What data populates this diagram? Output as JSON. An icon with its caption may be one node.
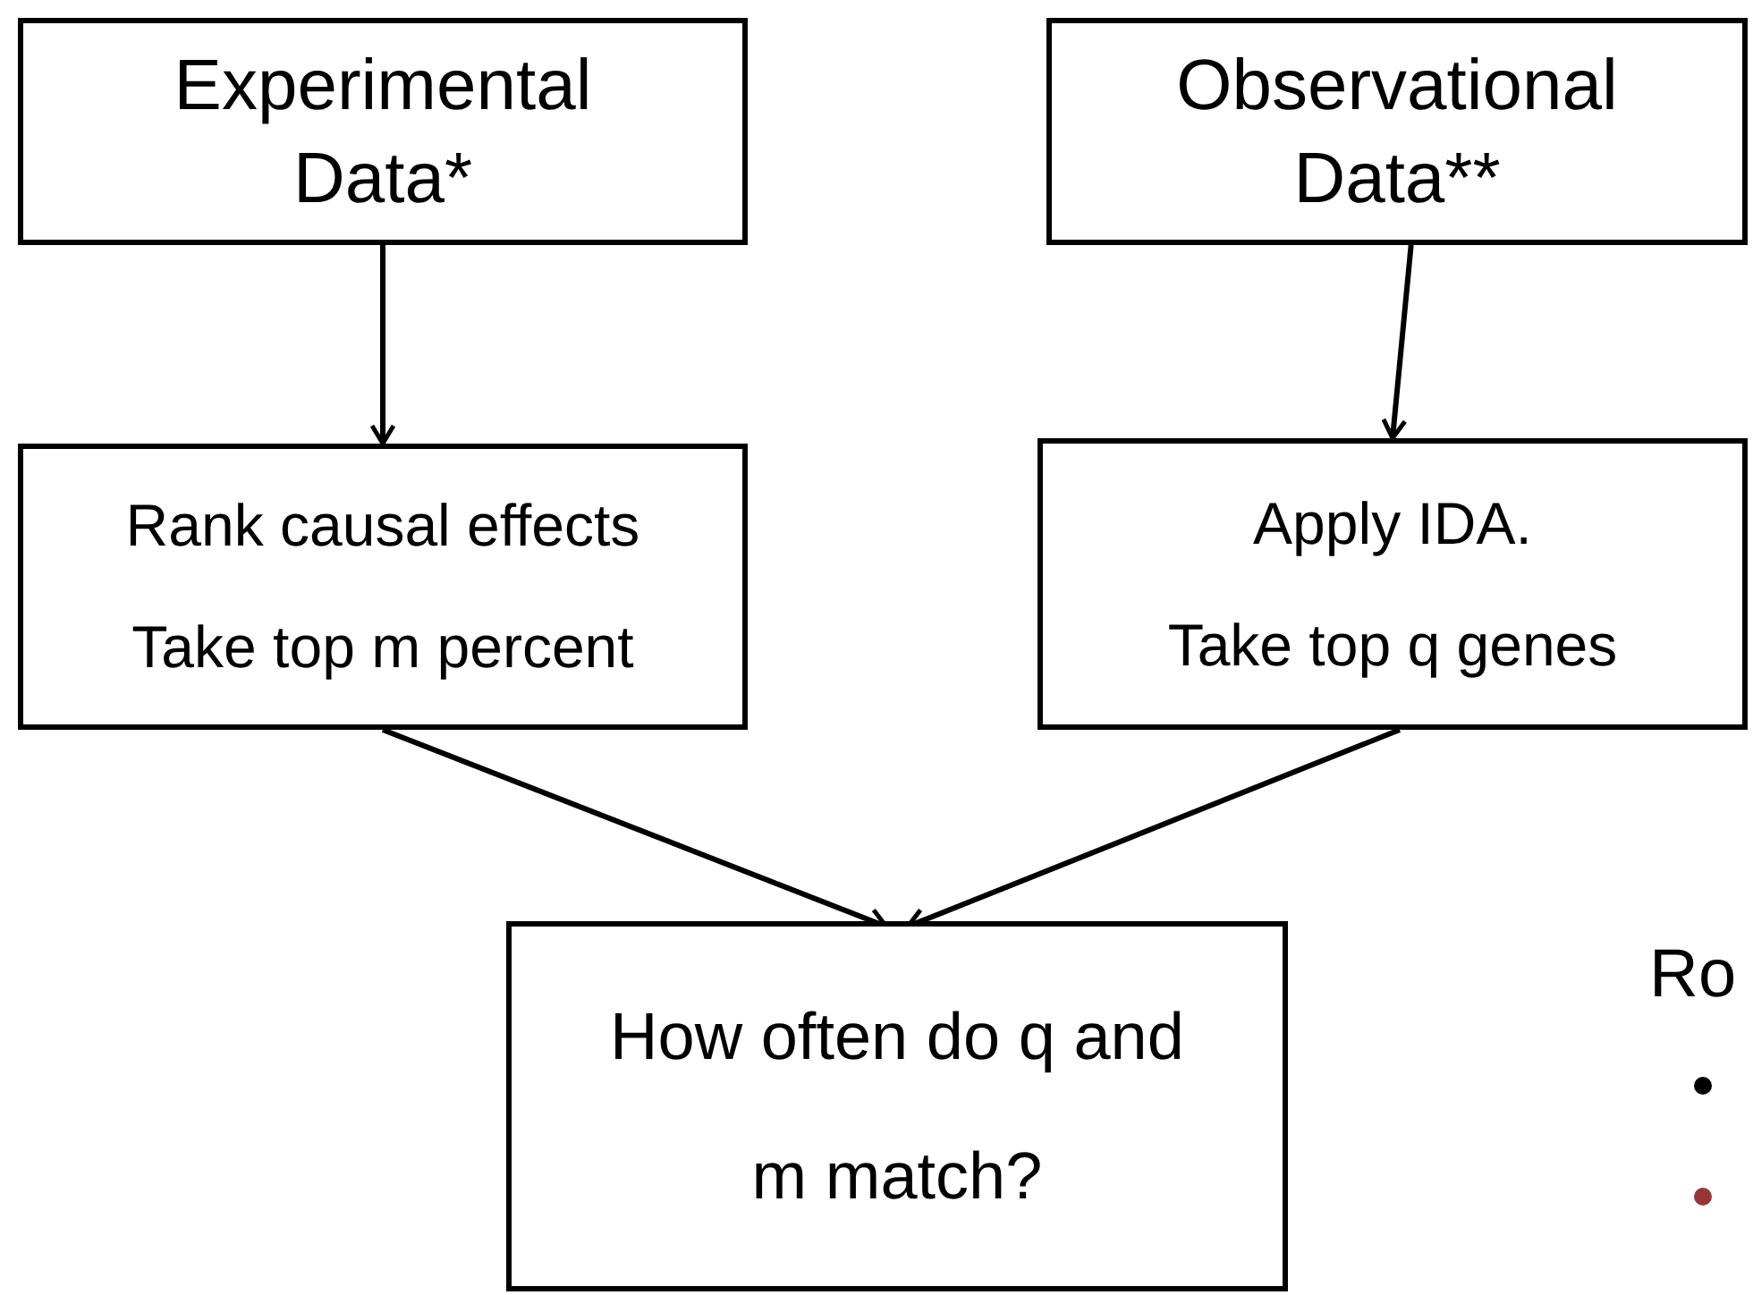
{
  "diagram": {
    "nodes": [
      {
        "text": [
          "Experimental Data*"
        ]
      },
      {
        "text": [
          "Observational Data**"
        ]
      },
      {
        "text": [
          "Rank causal effects",
          "Take top m percent"
        ]
      },
      {
        "text": [
          "Apply IDA.",
          "Take top q genes"
        ]
      },
      {
        "text": [
          "How often do q and m match?"
        ]
      }
    ],
    "edges": [
      {
        "from": 0,
        "to": 2,
        "arrow": "to"
      },
      {
        "from": 1,
        "to": 3,
        "arrow": "to"
      },
      {
        "from": 2,
        "to": 4,
        "arrow": "to"
      },
      {
        "from": 3,
        "to": 4,
        "arrow": "to"
      }
    ],
    "labels": [
      "Ro"
    ]
  }
}
